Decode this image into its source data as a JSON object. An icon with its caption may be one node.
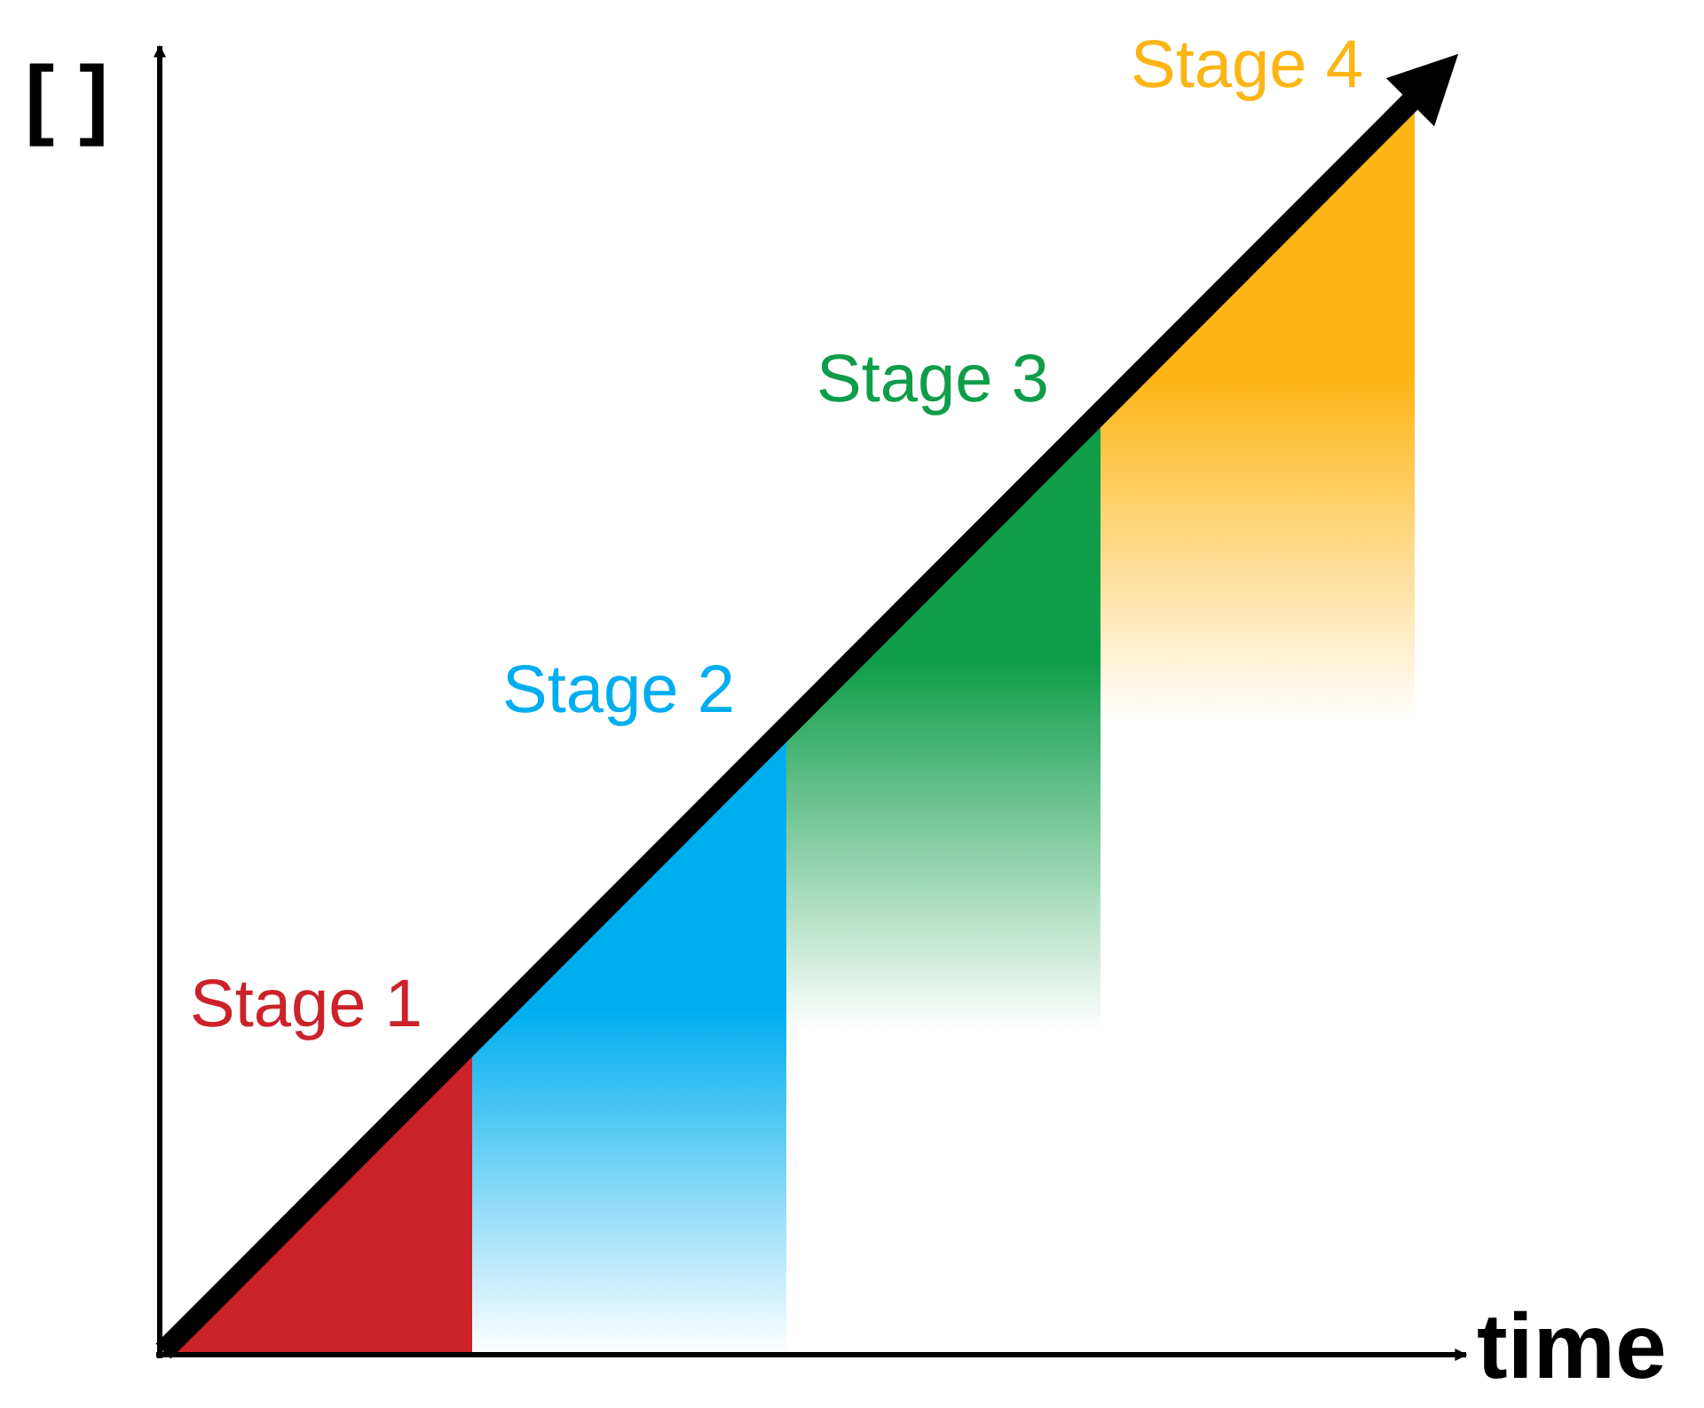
{
  "diagram": {
    "labels": [
      "[ ]",
      "Stage 4",
      "Stage 3",
      "Stage 2",
      "Stage 1",
      "time"
    ]
  }
}
